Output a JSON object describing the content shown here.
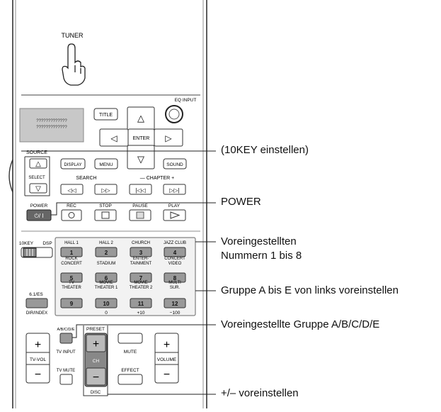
{
  "remote": {
    "tuner": "TUNER",
    "eq_input": "EQ INPUT",
    "lcd_line1": "?????????????",
    "lcd_line2": "?????????????",
    "title": "TITLE",
    "enter": "ENTER",
    "up_arrow": "△",
    "down_arrow": "▽",
    "left_arrow": "◁",
    "right_arrow": "▷",
    "source": "SOURCE",
    "select": "SELECT",
    "display": "DISPLAY",
    "menu": "MENU",
    "sound": "SOUND",
    "search": "SEARCH",
    "chapter": "— CHAPTER +",
    "rewind": "◁◁",
    "forward": "▷▷",
    "prev": "|◁◁",
    "next": "▷▷|",
    "power": "POWER",
    "power_symbol": "⏻/ I",
    "rec": "REC",
    "stop": "STOP",
    "pause": "PAUSE",
    "play": "PLAY",
    "tenkey": "10KEY",
    "dsp": "DSP",
    "presets": [
      {
        "label": "HALL 1",
        "num": "1"
      },
      {
        "label": "HALL 2",
        "num": "2"
      },
      {
        "label": "CHURCH",
        "num": "3"
      },
      {
        "label": "JAZZ CLUB",
        "num": "4"
      },
      {
        "label": "ROCK\nCONCERT",
        "num": "5"
      },
      {
        "label": "STADIUM",
        "num": "6"
      },
      {
        "label": "ENTER-\nTAINMENT",
        "num": "7"
      },
      {
        "label": "CONCERT\nVIDEO",
        "num": "8"
      },
      {
        "label": "TV\nTHEATER",
        "num": "9"
      },
      {
        "label": "MOVIE\nTHEATER 1",
        "num": "10"
      },
      {
        "label": "MOVIE\nTHEATER 2",
        "num": "11"
      },
      {
        "label": "MULTI\nSUR.",
        "num": "12"
      }
    ],
    "sixone": "6.1/ES",
    "dir_index": "DIR/INDEX",
    "zero": "0",
    "plus10": "+10",
    "minus100": "−100",
    "abcde": "A/B/C/D/E",
    "tv_input": "TV INPUT",
    "preset": "PRESET",
    "plus": "+",
    "minus": "−",
    "tv_vol": "TV-VOL",
    "ch": "CH",
    "mute": "MUTE",
    "volume": "VOLUME",
    "tv_mute": "TV MUTE",
    "effect": "EFFECT",
    "disc": "DISC"
  },
  "annotations": {
    "tenkey": "(10KEY einstellen)",
    "power": "POWER",
    "preset_line1": "Voreingestellten",
    "preset_line2": "Nummern 1 bis 8",
    "group": "Gruppe A bis E von links voreinstellen",
    "preset_group": "Voreingestellte Gruppe A/B/C/D/E",
    "plusminus": "+/– voreinstellen"
  }
}
